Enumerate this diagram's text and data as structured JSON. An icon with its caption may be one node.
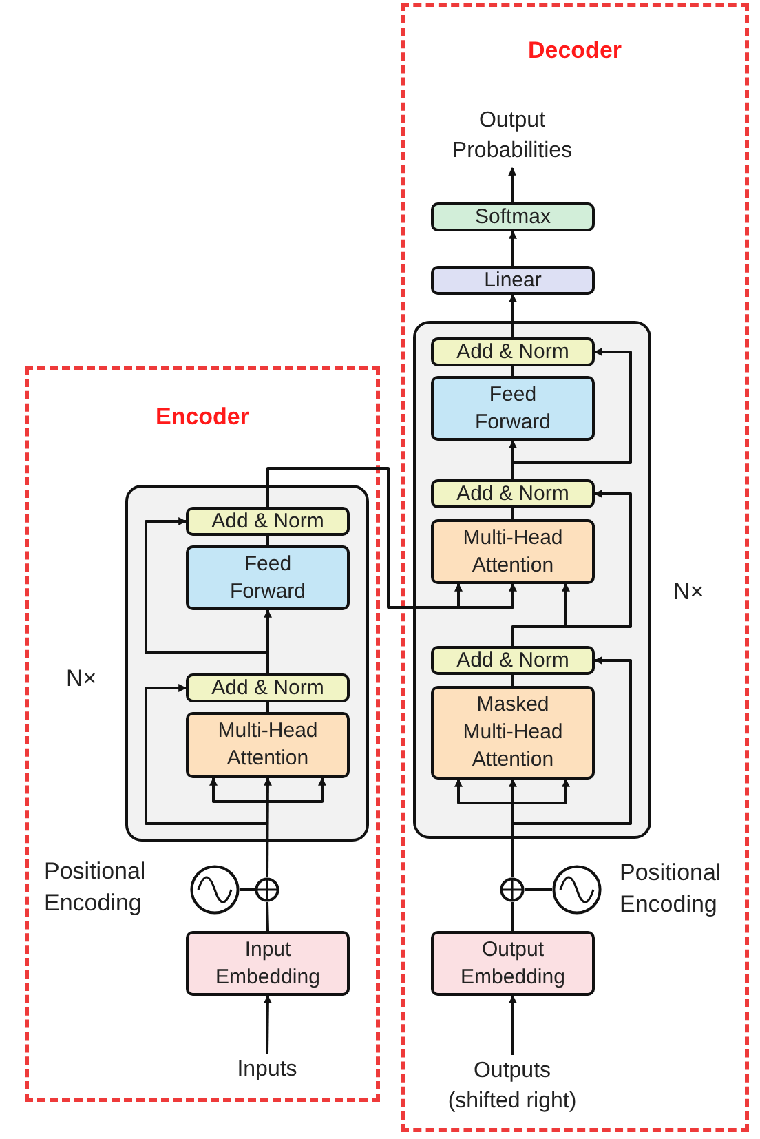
{
  "diagram": {
    "nodes": [
      {
        "text": [
          "Encoder"
        ]
      },
      {
        "text": [],
        "shape": "box",
        "in": 0,
        "beside": [
          "N×"
        ]
      },
      {
        "text": [
          "Add & Norm"
        ],
        "in": 1
      },
      {
        "text": [
          "Feed Forward"
        ],
        "in": 1
      },
      {
        "text": [
          "Add & Norm"
        ],
        "in": 1
      },
      {
        "text": [
          "Multi-Head Attention"
        ],
        "in": 1
      },
      {
        "text": [
          "Input Embedding"
        ],
        "in": 0
      },
      {
        "text": [],
        "shape": "circle",
        "in": 0,
        "beside": [
          "Positional Encoding"
        ]
      },
      {
        "text": [],
        "shape": "circle",
        "in": 0
      },
      {
        "text": [
          "Inputs"
        ],
        "in": 0
      },
      {
        "text": [
          "Decoder"
        ]
      },
      {
        "text": [],
        "shape": "box",
        "in": 10,
        "beside": [
          "N×"
        ]
      },
      {
        "text": [
          "Add & Norm"
        ],
        "in": 11
      },
      {
        "text": [
          "Feed Forward"
        ],
        "in": 11
      },
      {
        "text": [
          "Add & Norm"
        ],
        "in": 11
      },
      {
        "text": [
          "Multi-Head Attention"
        ],
        "in": 11
      },
      {
        "text": [
          "Add & Norm"
        ],
        "in": 11
      },
      {
        "text": [
          "Masked Multi-Head Attention"
        ],
        "in": 11
      },
      {
        "text": [
          "Output Embedding"
        ],
        "in": 10
      },
      {
        "text": [],
        "shape": "circle",
        "in": 10,
        "beside": [
          "Positional Encoding"
        ]
      },
      {
        "text": [],
        "shape": "circle",
        "in": 10
      },
      {
        "text": [
          "Outputs (shifted right)"
        ],
        "in": 10
      },
      {
        "text": [
          "Linear"
        ],
        "in": 10
      },
      {
        "text": [
          "Softmax"
        ],
        "in": 10
      },
      {
        "text": [
          "Output Probabilities"
        ],
        "in": 10
      }
    ],
    "edges": [
      {
        "from": 9,
        "to": 6,
        "arrow": "to"
      },
      {
        "from": 6,
        "to": 8,
        "arrow": "none"
      },
      {
        "from": 7,
        "to": 8,
        "arrow": "none"
      },
      {
        "from": 8,
        "to": 5,
        "arrow": "to"
      },
      {
        "from": 8,
        "to": 4,
        "arrow": "to"
      },
      {
        "from": 5,
        "to": 4,
        "arrow": "none"
      },
      {
        "from": 4,
        "to": 3,
        "arrow": "to"
      },
      {
        "from": 4,
        "to": 2,
        "arrow": "to"
      },
      {
        "from": 3,
        "to": 2,
        "arrow": "none"
      },
      {
        "from": 2,
        "to": 15,
        "arrow": "to"
      },
      {
        "from": 21,
        "to": 18,
        "arrow": "to"
      },
      {
        "from": 18,
        "to": 20,
        "arrow": "none"
      },
      {
        "from": 19,
        "to": 20,
        "arrow": "none"
      },
      {
        "from": 20,
        "to": 17,
        "arrow": "to"
      },
      {
        "from": 20,
        "to": 16,
        "arrow": "to"
      },
      {
        "from": 17,
        "to": 16,
        "arrow": "none"
      },
      {
        "from": 16,
        "to": 15,
        "arrow": "to"
      },
      {
        "from": 16,
        "to": 14,
        "arrow": "to"
      },
      {
        "from": 15,
        "to": 14,
        "arrow": "none"
      },
      {
        "from": 14,
        "to": 13,
        "arrow": "to"
      },
      {
        "from": 14,
        "to": 12,
        "arrow": "to"
      },
      {
        "from": 13,
        "to": 12,
        "arrow": "none"
      },
      {
        "from": 12,
        "to": 22,
        "arrow": "to"
      },
      {
        "from": 22,
        "to": 23,
        "arrow": "to"
      },
      {
        "from": 23,
        "to": 24,
        "arrow": "to"
      }
    ]
  }
}
